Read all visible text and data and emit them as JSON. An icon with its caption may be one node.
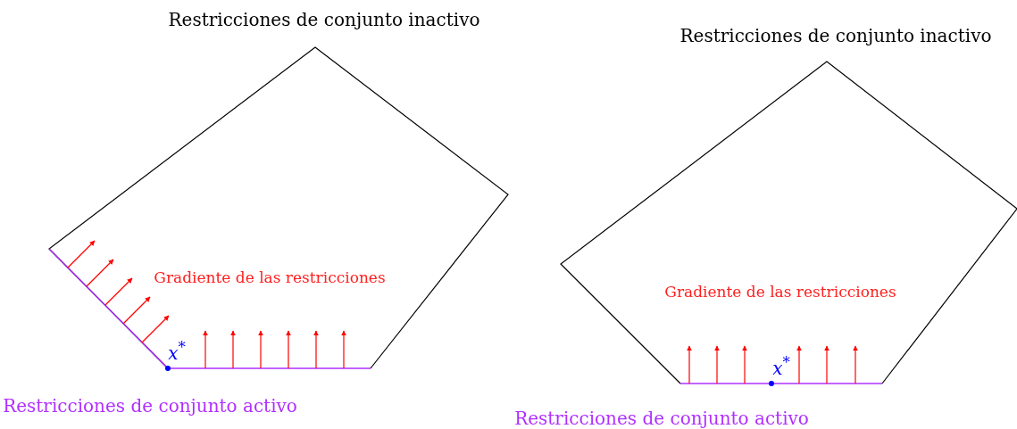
{
  "diagram": {
    "labels": [
      "Restricciones de conjunto inactivo",
      "Restricciones de conjunto inactivo",
      "Gradiente de las restricciones",
      "Gradiente de las restricciones",
      "*x*$^{*}$",
      "*x*$^{*}$",
      "Restricciones de conjunto activo",
      "Restricciones de conjunto activo"
    ]
  }
}
